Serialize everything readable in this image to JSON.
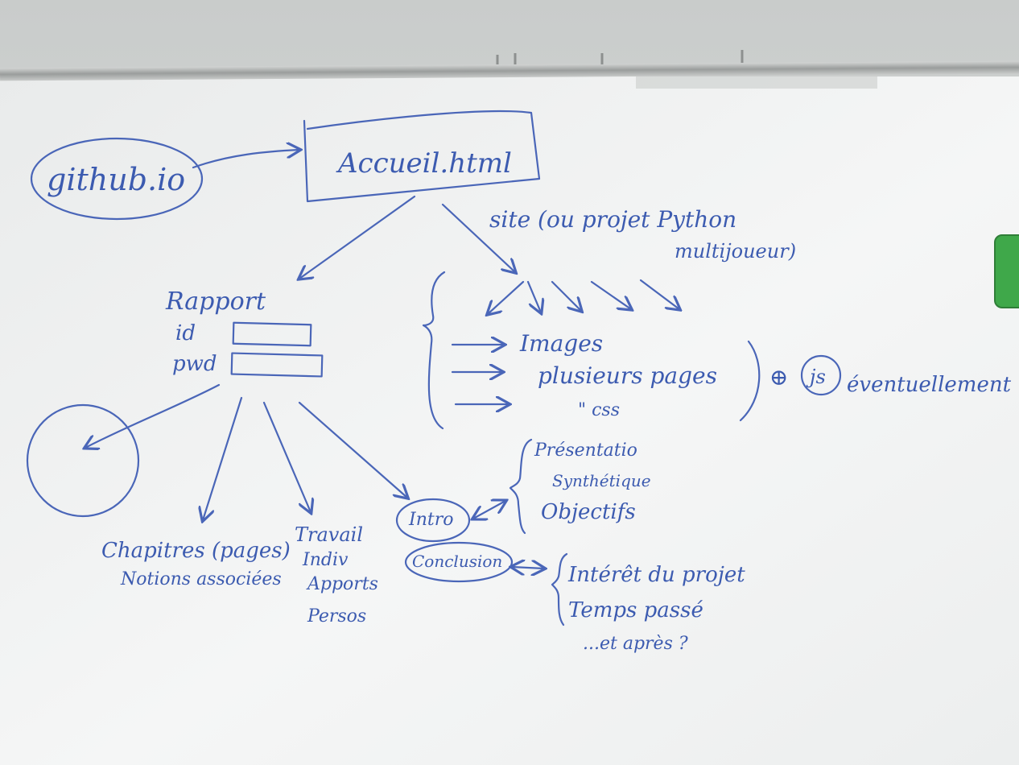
{
  "whiteboard": {
    "github_node": "github.io",
    "accueil_node": "Accueil.html",
    "site_note_line1": "site (ou projet Python",
    "site_note_line2": "multijoueur)",
    "rapport": {
      "title": "Rapport",
      "id_label": "id",
      "pwd_label": "pwd"
    },
    "site_items": [
      "Images",
      "plusieurs pages",
      "\"  css"
    ],
    "js_plus": "⊕",
    "js_label": "js",
    "js_note": "éventuellement",
    "chapitres": [
      "Chapitres (pages)",
      "Notions associées"
    ],
    "travail": [
      "Travail",
      "Indiv",
      "Apports",
      "Persos"
    ],
    "intro": "Intro",
    "conclusion": "Conclusion",
    "intro_details": [
      "Présentatio",
      "Synthétique",
      "Objectifs"
    ],
    "conclusion_details": [
      "Intérêt du projet",
      "Temps passé",
      "...et après ?"
    ]
  },
  "colors": {
    "ink": "#3c5bb0",
    "board": "#f2f3f3",
    "eraser": "#3fa84a"
  }
}
